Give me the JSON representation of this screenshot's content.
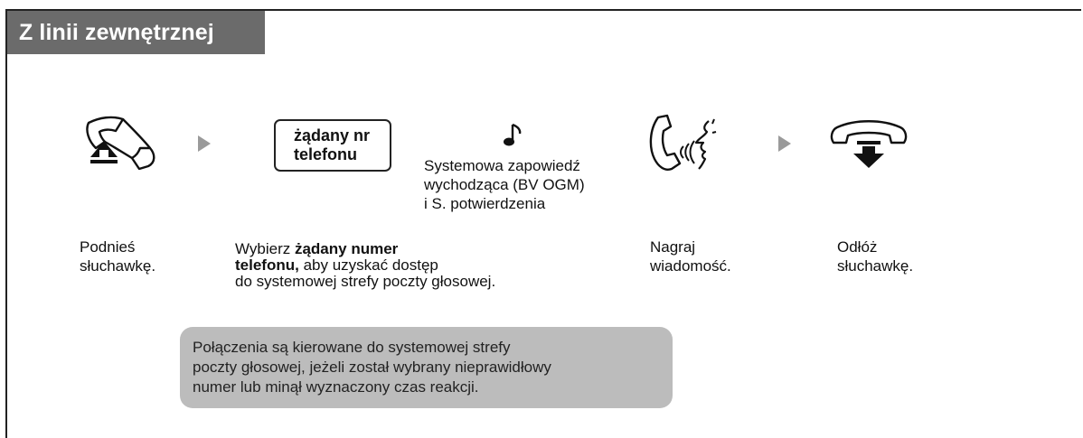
{
  "header": {
    "title": "Z linii zewnętrznej"
  },
  "icons": {
    "lift_handset": "handset-off-hook-icon",
    "arrow": "right-triangle-arrow-icon",
    "tone": "musical-note-icon",
    "talk": "handset-speaking-icon",
    "hang_up": "handset-on-hook-icon"
  },
  "steps": {
    "lift": {
      "line1": "Podnieś",
      "line2": "słuchawkę."
    },
    "dial": {
      "key_label": "żądany nr\ntelefonu",
      "text_prefix": "Wybierz ",
      "text_bold1": "żądany numer",
      "text_bold2": "telefonu,",
      "text_rest2": " aby uzyskać dostęp",
      "text_line3": "do systemowej strefy poczty głosowej."
    },
    "tone": {
      "line1": "Systemowa zapowiedź",
      "line2": "wychodząca (BV OGM)",
      "line3": "i S. potwierdzenia"
    },
    "record": {
      "line1": "Nagraj",
      "line2": "wiadomość."
    },
    "hangup": {
      "line1": "Odłóż",
      "line2": "słuchawkę."
    }
  },
  "note": {
    "line1": "Połączenia są kierowane do systemowej strefy",
    "line2": "poczty głosowej, jeżeli został wybrany nieprawidłowy",
    "line3": "numer lub minął wyznaczony czas reakcji."
  },
  "colors": {
    "header_bg": "#6b6b6b",
    "arrow": "#9a9a9a",
    "note_bg": "#bcbcbc"
  }
}
